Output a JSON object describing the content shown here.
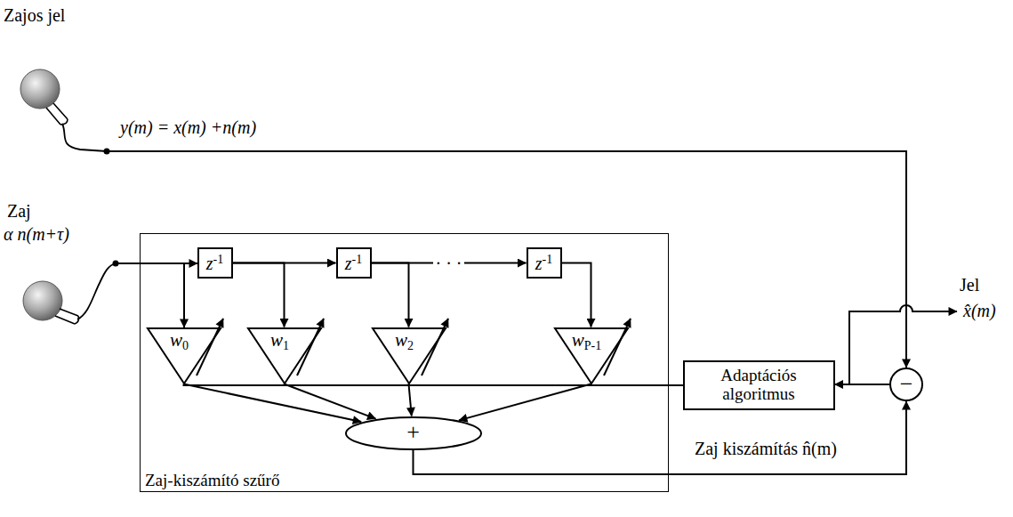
{
  "diagram": {
    "nodes": [
      {
        "text": [
          "Zaj-kiszámító szűrő"
        ]
      },
      {
        "text": [
          "z",
          "-1"
        ],
        "in": 0
      },
      {
        "text": [
          "z",
          "-1"
        ],
        "in": 0
      },
      {
        "text": [
          "z",
          "-1"
        ],
        "in": 0
      },
      {
        "text": [
          "w",
          "0"
        ],
        "in": 0
      },
      {
        "text": [
          "w",
          "1"
        ],
        "in": 0
      },
      {
        "text": [
          "w",
          "2"
        ],
        "in": 0
      },
      {
        "text": [
          "w",
          "P-1"
        ],
        "in": 0
      },
      {
        "text": [
          "+"
        ],
        "in": 0
      },
      {
        "text": [
          "Adaptációs algoritmus"
        ]
      },
      {
        "text": [
          "−"
        ]
      }
    ],
    "edges": [
      {
        "from": 1,
        "to": 2,
        "arrow": "to"
      },
      {
        "from": 2,
        "to": 3,
        "arrow": "to",
        "label": "· · ·"
      },
      {
        "from": 1,
        "to": 5,
        "arrow": "to"
      },
      {
        "from": 2,
        "to": 6,
        "arrow": "to"
      },
      {
        "from": 3,
        "to": 7,
        "arrow": "to"
      },
      {
        "from": 4,
        "to": 8,
        "arrow": "to"
      },
      {
        "from": 5,
        "to": 8,
        "arrow": "to"
      },
      {
        "from": 6,
        "to": 8,
        "arrow": "to"
      },
      {
        "from": 7,
        "to": 8,
        "arrow": "to"
      },
      {
        "from": 8,
        "to": 10,
        "arrow": "to",
        "label": "Zaj kiszámítás n̂(m)"
      },
      {
        "from": 10,
        "to": 9,
        "arrow": "to"
      },
      {
        "from": 9,
        "to": 4,
        "arrow": "none"
      },
      {
        "from": 9,
        "to": 5,
        "arrow": "none"
      },
      {
        "from": 9,
        "to": 6,
        "arrow": "none"
      },
      {
        "from": 9,
        "to": 7,
        "arrow": "none"
      }
    ],
    "labels": [
      "Zajos jel",
      "y(m) = x(m) +n(m)",
      "Zaj",
      "α n(m+τ)",
      "Jel",
      "x̂(m)"
    ]
  }
}
